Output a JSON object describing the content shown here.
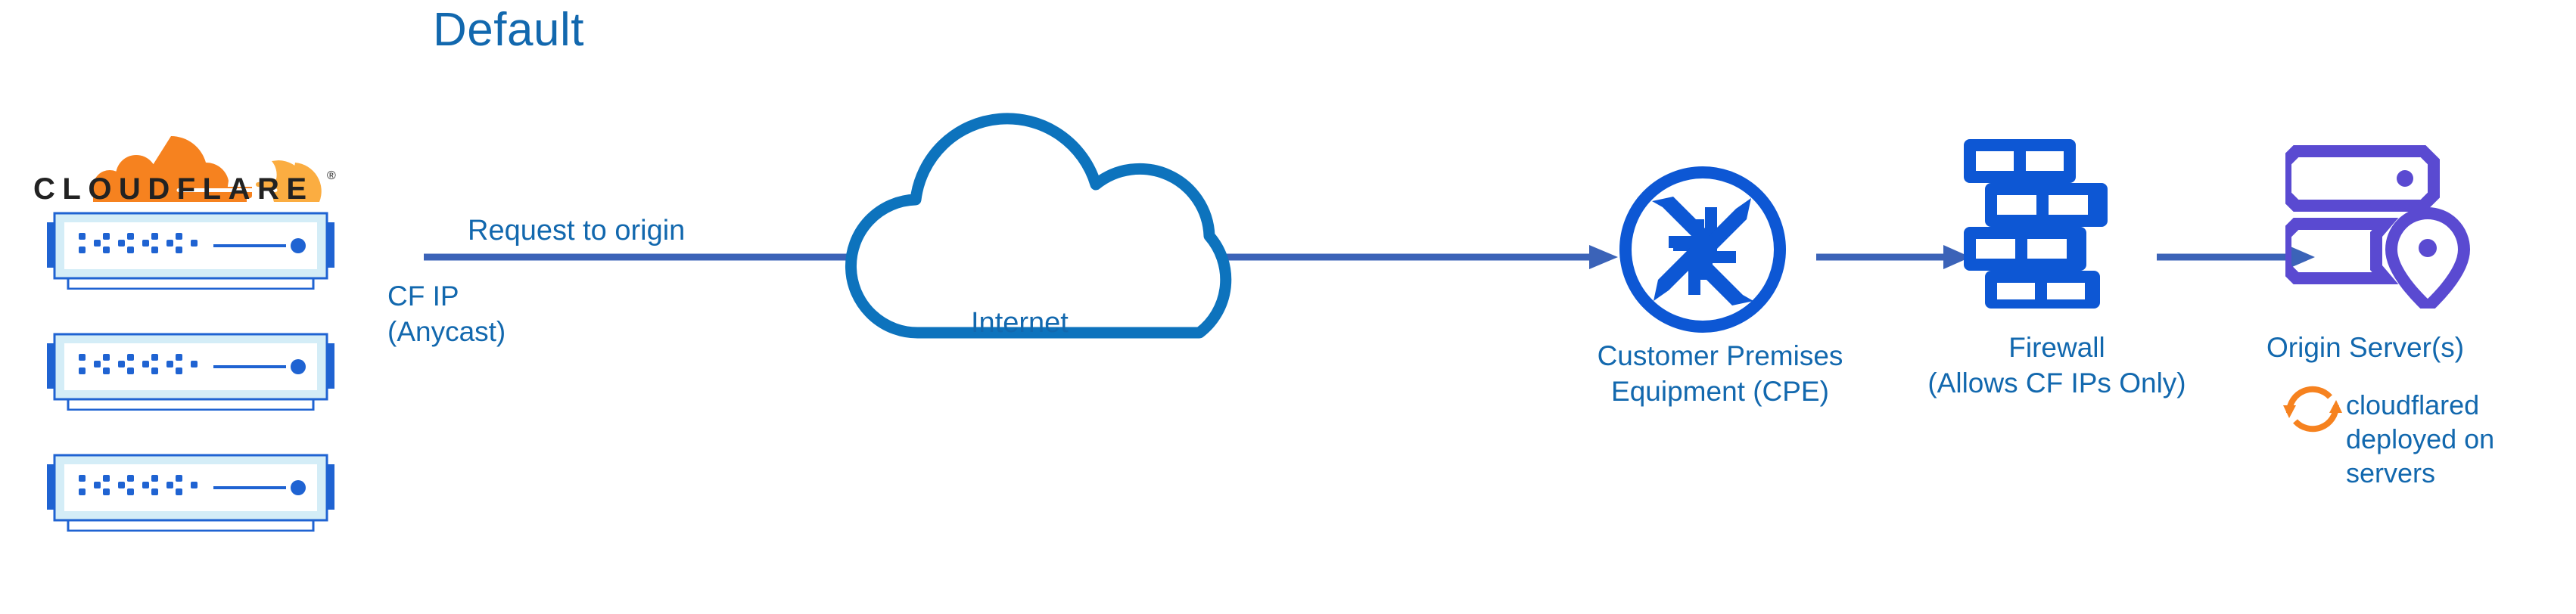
{
  "title": "Default",
  "colors": {
    "brand_blue": "#1268ae",
    "arrow_blue": "#3b63b8",
    "icon_blue": "#0d57d4",
    "cloud_blue": "#0d73bd",
    "origin_purple": "#5a4ad1",
    "cloudflare_orange": "#f6821f",
    "cloudflare_orange_light": "#fbad41",
    "wordmark_black": "#222222",
    "rack_light": "#d4edf7",
    "rack_border": "#1f63d2",
    "background": "#ffffff"
  },
  "logo": {
    "wordmark": "CLOUDFLARE",
    "registered_mark": "®",
    "icon_name": "cloudflare-cloud-logo"
  },
  "nodes": {
    "edge_servers": {
      "icon_name": "server-rack-icon",
      "count": 3
    },
    "internet": {
      "label": "Internet",
      "icon_name": "cloud-icon"
    },
    "cpe": {
      "label": "Customer Premises\nEquipment (CPE)",
      "icon_name": "router-icon"
    },
    "firewall": {
      "label": "Firewall\n(Allows CF IPs Only)",
      "icon_name": "brick-wall-icon"
    },
    "origin": {
      "label": "Origin Server(s)",
      "icon_name": "origin-server-pin-icon"
    },
    "cloudflared": {
      "label": "cloudflared\ndeployed on\nservers",
      "icon_name": "sync-arrows-icon"
    }
  },
  "edges": {
    "request_label": "Request to origin",
    "source_ip_label": "CF IP\n(Anycast)",
    "arrow_icon_name": "right-arrow-icon"
  }
}
